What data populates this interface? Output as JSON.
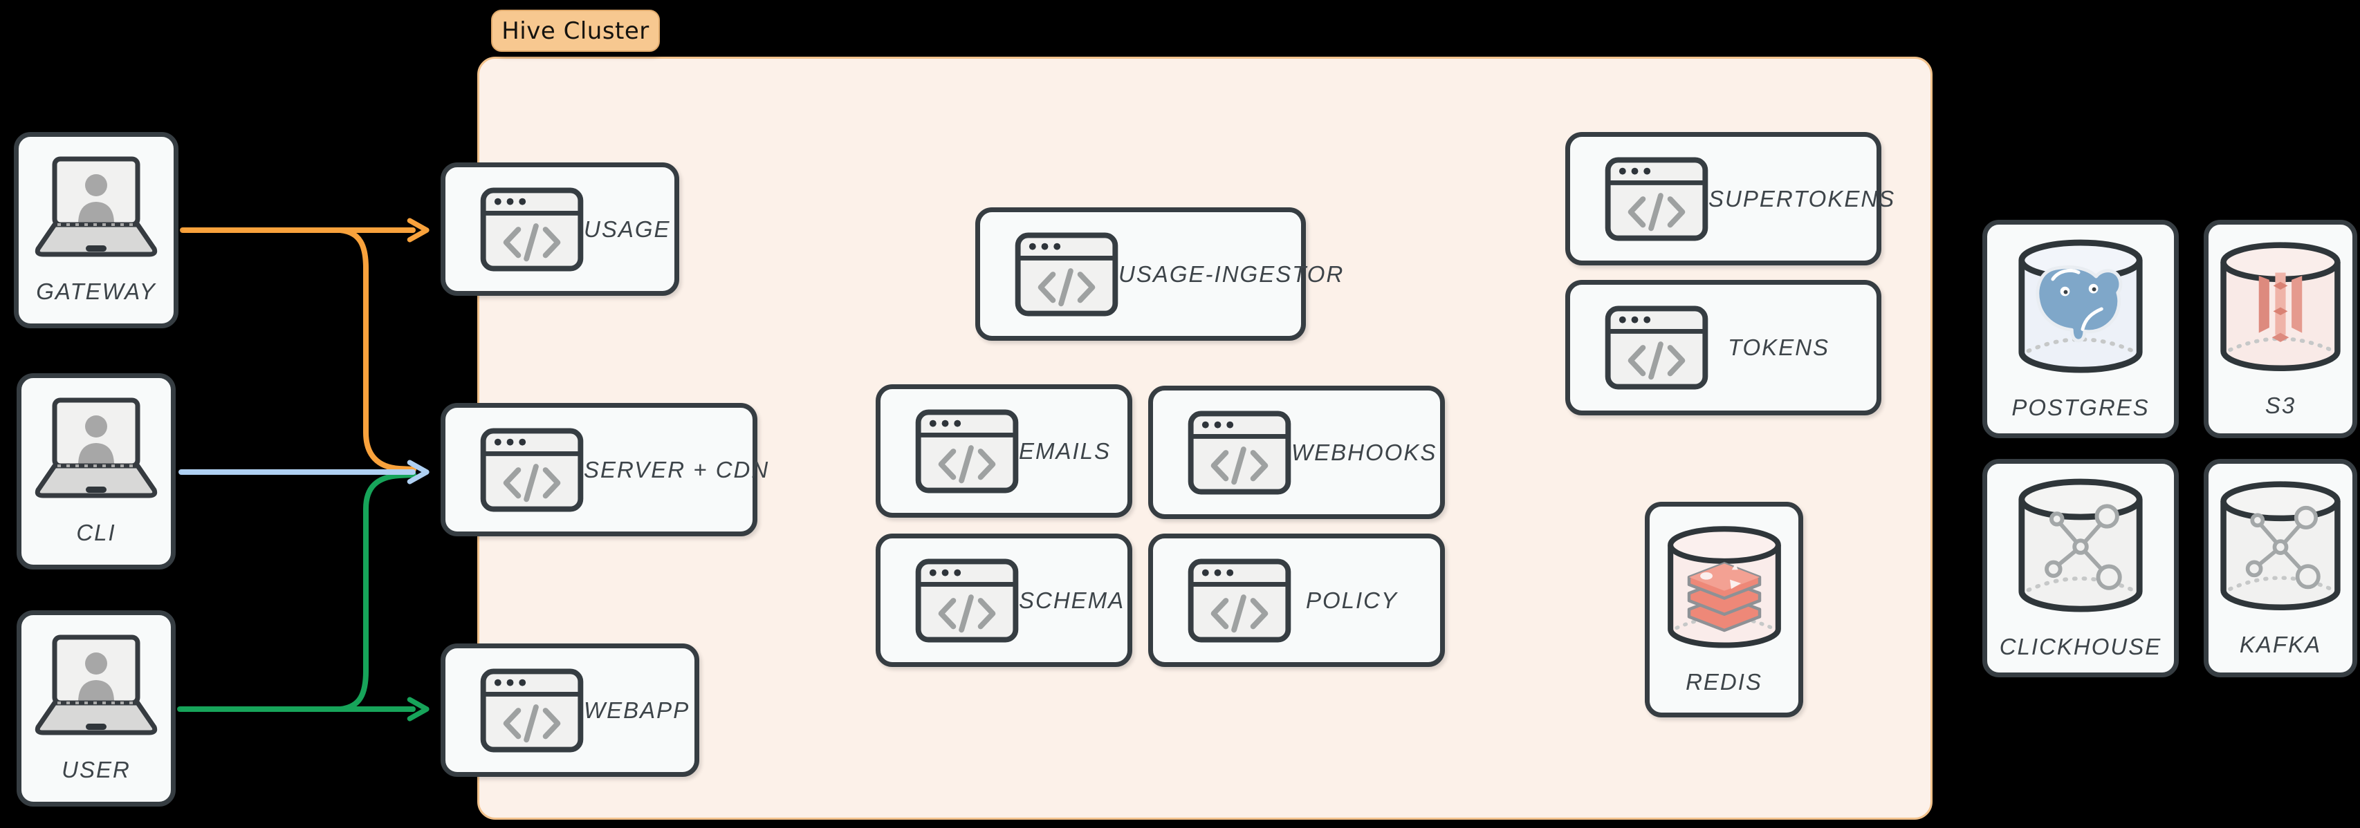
{
  "cluster": {
    "label": "Hive Cluster"
  },
  "clients": [
    {
      "id": "gateway",
      "label": "GATEWAY"
    },
    {
      "id": "cli",
      "label": "CLI"
    },
    {
      "id": "user",
      "label": "USER"
    }
  ],
  "services": [
    {
      "id": "usage",
      "label": "USAGE"
    },
    {
      "id": "server-cdn",
      "label": "SERVER + CDN"
    },
    {
      "id": "webapp",
      "label": "WEBAPP"
    },
    {
      "id": "usage-ingestor",
      "label": "USAGE-INGESTOR"
    },
    {
      "id": "emails",
      "label": "EMAILS"
    },
    {
      "id": "webhooks",
      "label": "WEBHOOKS"
    },
    {
      "id": "schema",
      "label": "SCHEMA"
    },
    {
      "id": "policy",
      "label": "POLICY"
    },
    {
      "id": "supertokens",
      "label": "SUPERTOKENS"
    },
    {
      "id": "tokens",
      "label": "TOKENS"
    }
  ],
  "datastores": {
    "internal": [
      {
        "id": "redis",
        "label": "REDIS"
      }
    ],
    "external": [
      {
        "id": "postgres",
        "label": "POSTGRES"
      },
      {
        "id": "s3",
        "label": "S3"
      },
      {
        "id": "clickhouse",
        "label": "CLICKHOUSE"
      },
      {
        "id": "kafka",
        "label": "KAFKA"
      }
    ]
  },
  "connections": [
    {
      "from": "GATEWAY",
      "to": "USAGE",
      "color": "#F9A23C"
    },
    {
      "from": "GATEWAY",
      "to": "SERVER + CDN",
      "color": "#F9A23C"
    },
    {
      "from": "CLI",
      "to": "SERVER + CDN",
      "color": "#AFD0F2"
    },
    {
      "from": "USER",
      "to": "SERVER + CDN",
      "color": "#17A45A"
    },
    {
      "from": "USER",
      "to": "WEBAPP",
      "color": "#17A45A"
    }
  ],
  "colors": {
    "background": "#000000",
    "cluster_fill": "#FCF1E9",
    "cluster_border": "#F2C28C",
    "cluster_label_fill": "#F7C890",
    "node_fill": "#F8FAFA",
    "node_border": "#363D42",
    "label_text": "#3D4449",
    "arrow_orange": "#F9A23C",
    "arrow_blue": "#AFD0F2",
    "arrow_green": "#17A45A"
  }
}
